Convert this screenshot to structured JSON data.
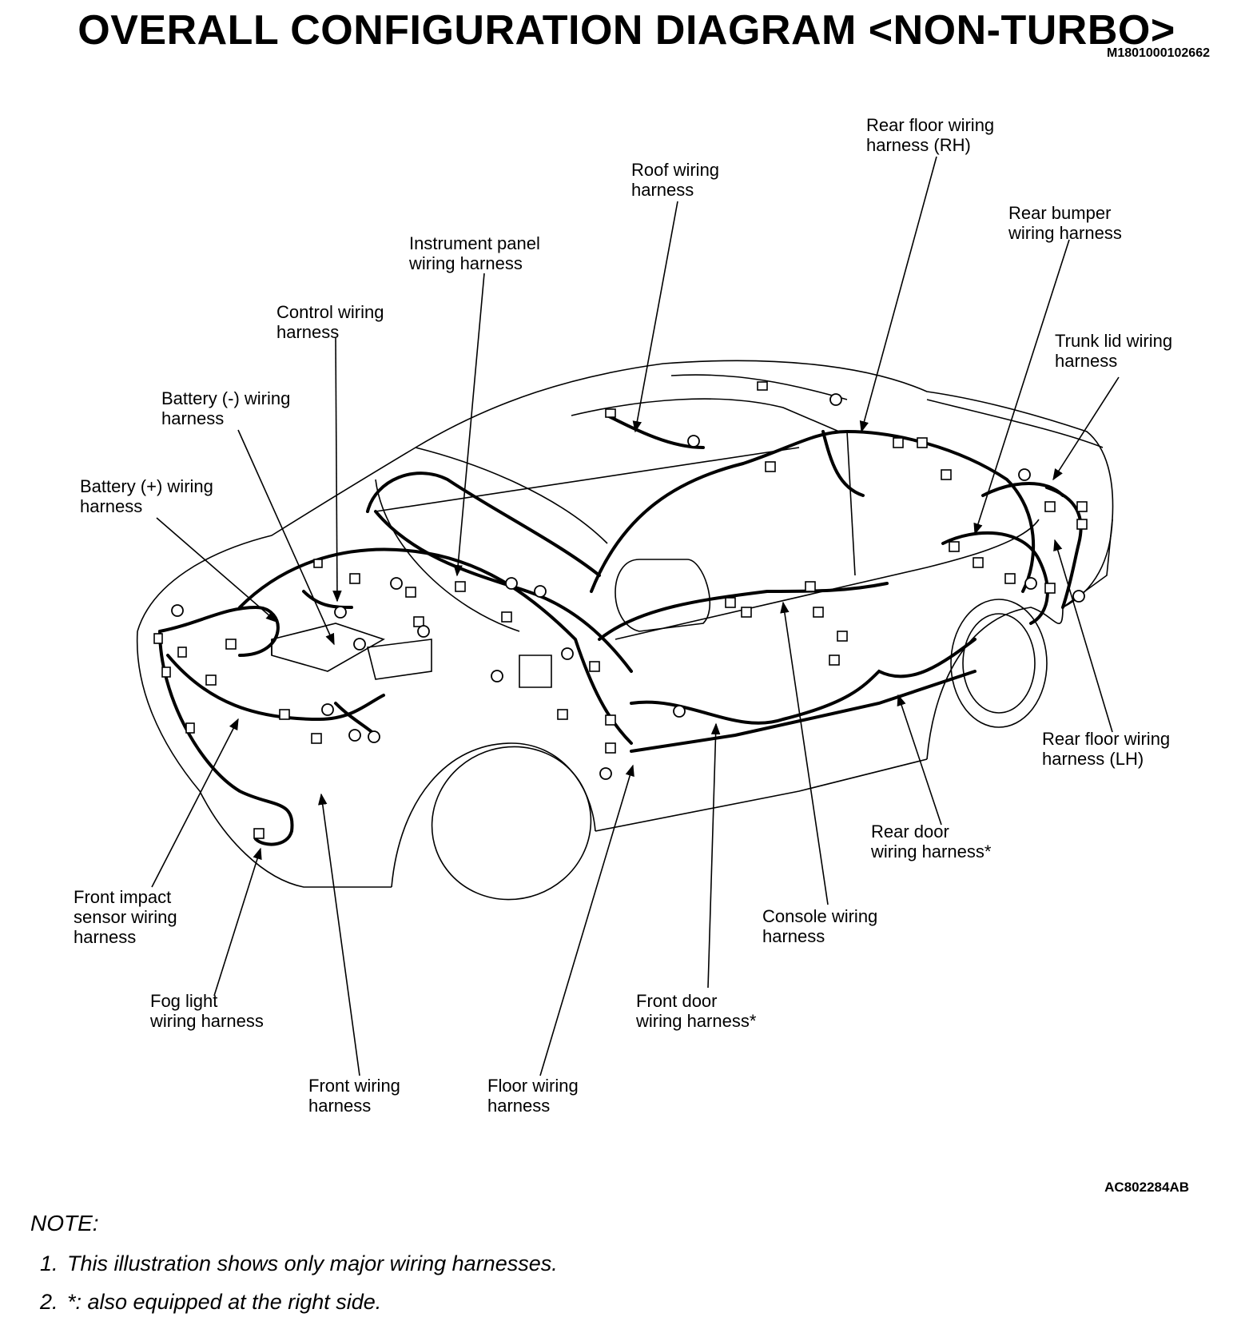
{
  "title": "OVERALL CONFIGURATION DIAGRAM <NON-TURBO>",
  "document_id": "M1801000102662",
  "figure_id": "AC802284AB",
  "labels": {
    "rear_floor_rh": "Rear floor wiring\nharness (RH)",
    "roof": "Roof wiring\nharness",
    "rear_bumper": "Rear bumper\nwiring harness",
    "instrument_panel": "Instrument panel\nwiring harness",
    "control": "Control wiring\nharness",
    "trunk_lid": "Trunk lid wiring\nharness",
    "battery_neg": "Battery (-) wiring\nharness",
    "battery_pos": "Battery (+) wiring\nharness",
    "rear_floor_lh": "Rear floor wiring\nharness (LH)",
    "rear_door": "Rear door\nwiring harness*",
    "front_impact": "Front impact\nsensor wiring\nharness",
    "console": "Console wiring\nharness",
    "fog_light": "Fog light\nwiring harness",
    "front_door": "Front door\nwiring harness*",
    "front": "Front wiring\nharness",
    "floor": "Floor wiring\nharness"
  },
  "note": {
    "heading": "NOTE:",
    "items": [
      {
        "num": "1.",
        "text": "This illustration shows only major wiring harnesses."
      },
      {
        "num": "2.",
        "text": "*: also equipped at the right side."
      }
    ]
  }
}
